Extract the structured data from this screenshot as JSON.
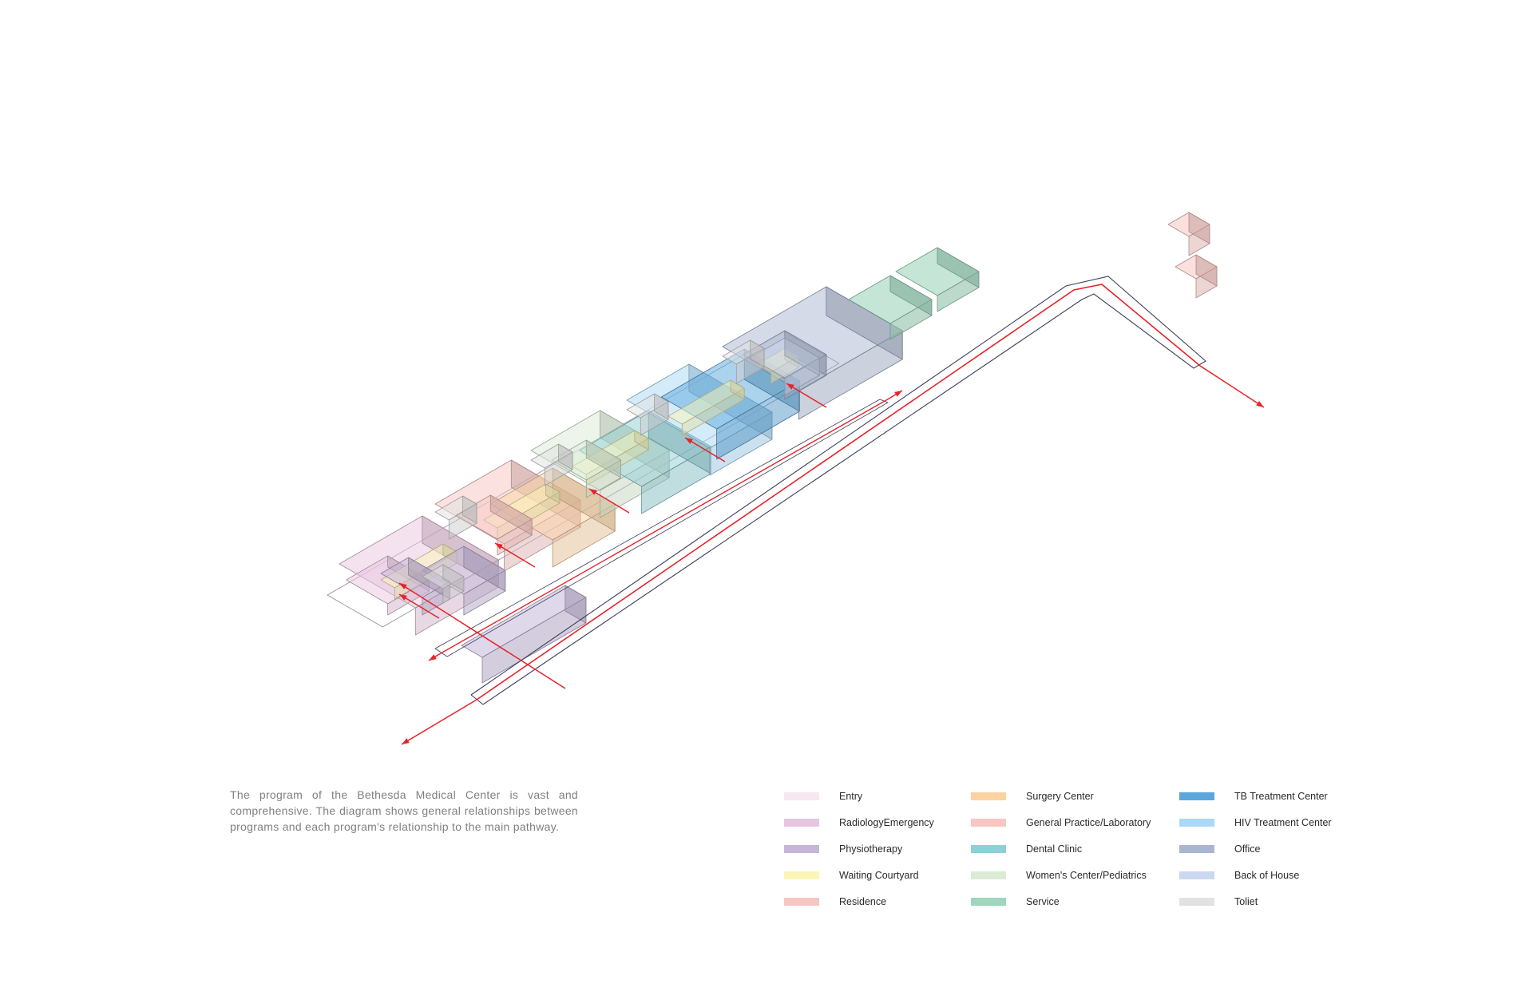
{
  "description": "The program of the Bethesda Medical Center is vast and comprehensive. The diagram shows general relationships between programs and each program's relationship to the main pathway.",
  "colors": {
    "pathway_arrow": "#e8232a",
    "pathway_outline": "#3a3f5c"
  },
  "legend": [
    [
      {
        "key": "entry",
        "label": "Entry",
        "color": "#f6e7f1"
      },
      {
        "key": "radiology",
        "label": "RadiologyEmergency",
        "color": "#e9c6df"
      },
      {
        "key": "physiotherapy",
        "label": "Physiotherapy",
        "color": "#c4b6d8"
      },
      {
        "key": "waiting",
        "label": "Waiting Courtyard",
        "color": "#fbf5b8"
      },
      {
        "key": "residence",
        "label": "Residence",
        "color": "#f7c6c2"
      }
    ],
    [
      {
        "key": "surgery",
        "label": "Surgery Center",
        "color": "#fbd3a3"
      },
      {
        "key": "general",
        "label": "General Practice/Laboratory",
        "color": "#f7c6c2"
      },
      {
        "key": "dental",
        "label": "Dental Clinic",
        "color": "#8fd0d6"
      },
      {
        "key": "womens",
        "label": "Women's Center/Pediatrics",
        "color": "#dcebd5"
      },
      {
        "key": "service",
        "label": "Service",
        "color": "#9fd6bd"
      }
    ],
    [
      {
        "key": "tb",
        "label": "TB Treatment Center",
        "color": "#5aa7dc"
      },
      {
        "key": "hiv",
        "label": "HIV Treatment Center",
        "color": "#a9d9f5"
      },
      {
        "key": "office",
        "label": "Office",
        "color": "#a9b6d0"
      },
      {
        "key": "backofhouse",
        "label": "Back of House",
        "color": "#ccd8ef"
      },
      {
        "key": "toilet",
        "label": "Toliet",
        "color": "#e2e2e2"
      }
    ]
  ],
  "program_blocks": [
    {
      "key": "radiology"
    },
    {
      "key": "physiotherapy"
    },
    {
      "key": "waiting"
    },
    {
      "key": "general"
    },
    {
      "key": "surgery"
    },
    {
      "key": "toilet"
    },
    {
      "key": "womens"
    },
    {
      "key": "dental"
    },
    {
      "key": "hiv"
    },
    {
      "key": "tb"
    },
    {
      "key": "office"
    },
    {
      "key": "backofhouse"
    },
    {
      "key": "service"
    },
    {
      "key": "residence"
    }
  ]
}
